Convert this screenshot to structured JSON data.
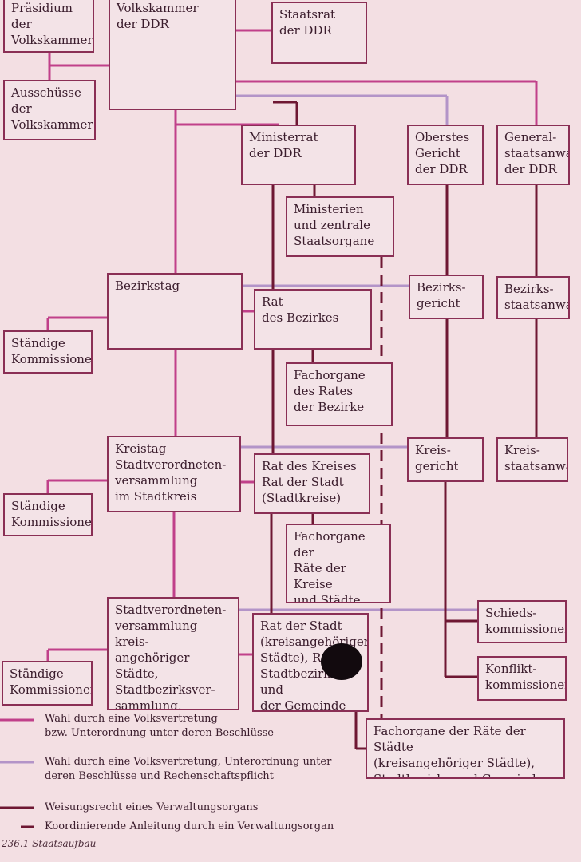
{
  "boxes": {
    "praesidium": "Präsidium\nder\nVolkskammer",
    "volkskammer": "Volkskammer\nder DDR",
    "staatsrat": "Staatsrat\nder DDR",
    "ausschuesse": "Ausschüsse\nder\nVolkskammer",
    "ministerrat": "Ministerrat\nder DDR",
    "oberstes_gericht": "Oberstes\nGericht\nder DDR",
    "generalstaatsanwalt": "General-\nstaatsanwalt\nder DDR",
    "ministerien": "Ministerien\nund zentrale\nStaatsorgane",
    "bezirkstag": "Bezirkstag",
    "rat_bezirkes": "Rat\ndes Bezirkes",
    "bezirksgericht": "Bezirks-\ngericht",
    "bezirksstaatsanwalt": "Bezirks-\nstaatsanwalt",
    "staendige_1": "Ständige\nKommissionen",
    "fachorgane_bezirke": "Fachorgane\ndes Rates\nder Bezirke",
    "kreistag": "Kreistag\nStadtverordneten-\nversammlung\nim Stadtkreis",
    "rat_kreises": "Rat des Kreises\nRat der Stadt\n(Stadtkreise)",
    "kreisgericht": "Kreis-\ngericht",
    "kreisstaatsanwalt": "Kreis-\nstaatsanwalt",
    "staendige_2": "Ständige\nKommissionen",
    "fachorgane_kreise": "Fachorgane der\nRäte der Kreise\nund Städte\n(Stadtkreise)",
    "stadtverordneten": "Stadtverordneten-\nversammlung kreis-\nangehöriger Städte,\nStadtbezirksver-\nsammlung,\nGemeindevertretung",
    "rat_stadt": "Rat der Stadt\n(kreisangehöriger\nStädte), Rat des\nStadtbezirks und\nder Gemeinde",
    "schiedskommissionen": "Schieds-\nkommissionen",
    "konfliktkommissionen": "Konflikt-\nkommissionen",
    "staendige_3": "Ständige\nKommissionen",
    "fachorgane_staedte": "Fachorgane der Räte der Städte\n(kreisangehöriger Städte),\nStadtbezirke und Gemeinden"
  },
  "legend": [
    "Wahl durch eine Volksvertretung\nbzw. Unterordnung unter deren Beschlüsse",
    "Wahl durch eine Volksvertretung, Unterordnung unter\nderen Beschlüsse und Rechenschaftspflicht",
    "Weisungsrecht eines Verwaltungsorgans",
    "Koordinierende Anleitung durch ein Verwaltungsorgan"
  ],
  "caption": "236.1 Staatsaufbau",
  "colors": {
    "pink": "#c0408a",
    "lavender": "#b394c8",
    "maroon": "#6e1733",
    "box_border": "#8a2f55",
    "background": "#f3dfe3"
  }
}
